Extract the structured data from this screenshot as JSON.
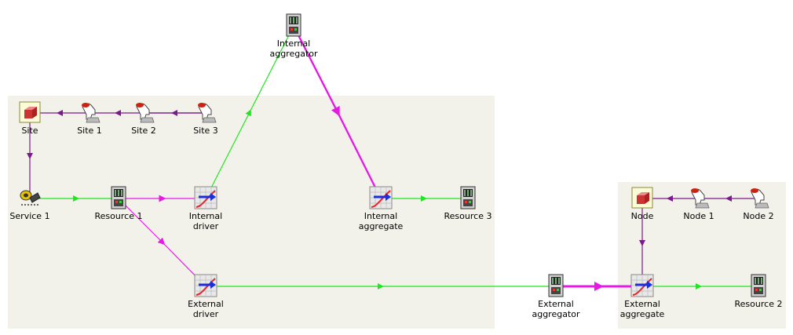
{
  "colors": {
    "green": "#1fe61f",
    "purple": "#7a1a8c",
    "magenta": "#e619e6",
    "background": "#ffffff",
    "region": "#f3f2ea"
  },
  "nodes": {
    "site": {
      "label": "Site",
      "icon": "site-cube-icon"
    },
    "site1": {
      "label": "Site 1",
      "icon": "hand-icon"
    },
    "site2": {
      "label": "Site 2",
      "icon": "hand-icon"
    },
    "site3": {
      "label": "Site 3",
      "icon": "hand-icon"
    },
    "service1": {
      "label": "Service 1",
      "icon": "service-icon"
    },
    "resource1": {
      "label": "Resource 1",
      "icon": "server-icon"
    },
    "int_driver": {
      "label": "Internal\ndriver",
      "icon": "driver-chart-icon"
    },
    "int_agg": {
      "label": "Internal\naggregator",
      "icon": "server-icon"
    },
    "int_aggr": {
      "label": "Internal\naggregate",
      "icon": "driver-chart-icon"
    },
    "resource3": {
      "label": "Resource 3",
      "icon": "server-icon"
    },
    "ext_driver": {
      "label": "External\ndriver",
      "icon": "driver-chart-icon"
    },
    "ext_agg": {
      "label": "External\naggregator",
      "icon": "server-icon"
    },
    "ext_aggr": {
      "label": "External\naggregate",
      "icon": "driver-chart-icon"
    },
    "resource2": {
      "label": "Resource 2",
      "icon": "server-icon"
    },
    "node": {
      "label": "Node",
      "icon": "site-cube-icon"
    },
    "node1": {
      "label": "Node 1",
      "icon": "hand-icon"
    },
    "node2": {
      "label": "Node 2",
      "icon": "hand-icon"
    }
  }
}
